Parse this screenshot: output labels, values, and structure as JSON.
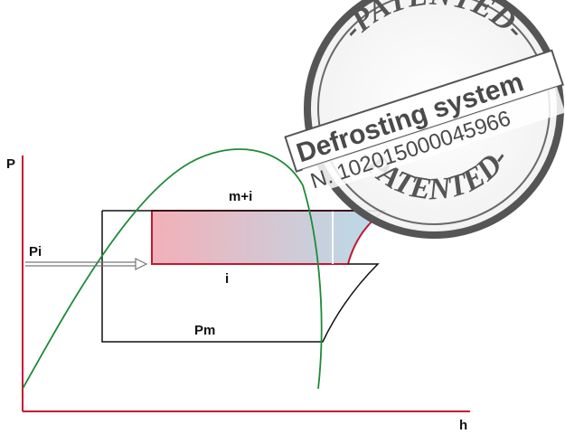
{
  "diagram": {
    "axis_y_label": "P",
    "axis_x_label": "h",
    "label_top_line": "m+i",
    "label_mid_line": "i",
    "label_bottom_line": "Pm",
    "label_arrow": "Pi",
    "colors": {
      "axes": "#cc1133",
      "dome": "#1f8a3a",
      "cycle": "#111111",
      "highlight_border": "#c01830",
      "gradient_start": "#f2b0b8",
      "gradient_end": "#b8dceb"
    }
  },
  "stamp": {
    "top_text": "-PATENTED-",
    "bottom_text": "-PATENTED-",
    "main_text": "Defrosting system",
    "number_text": "N. 102015000045966",
    "color": "#555555"
  }
}
